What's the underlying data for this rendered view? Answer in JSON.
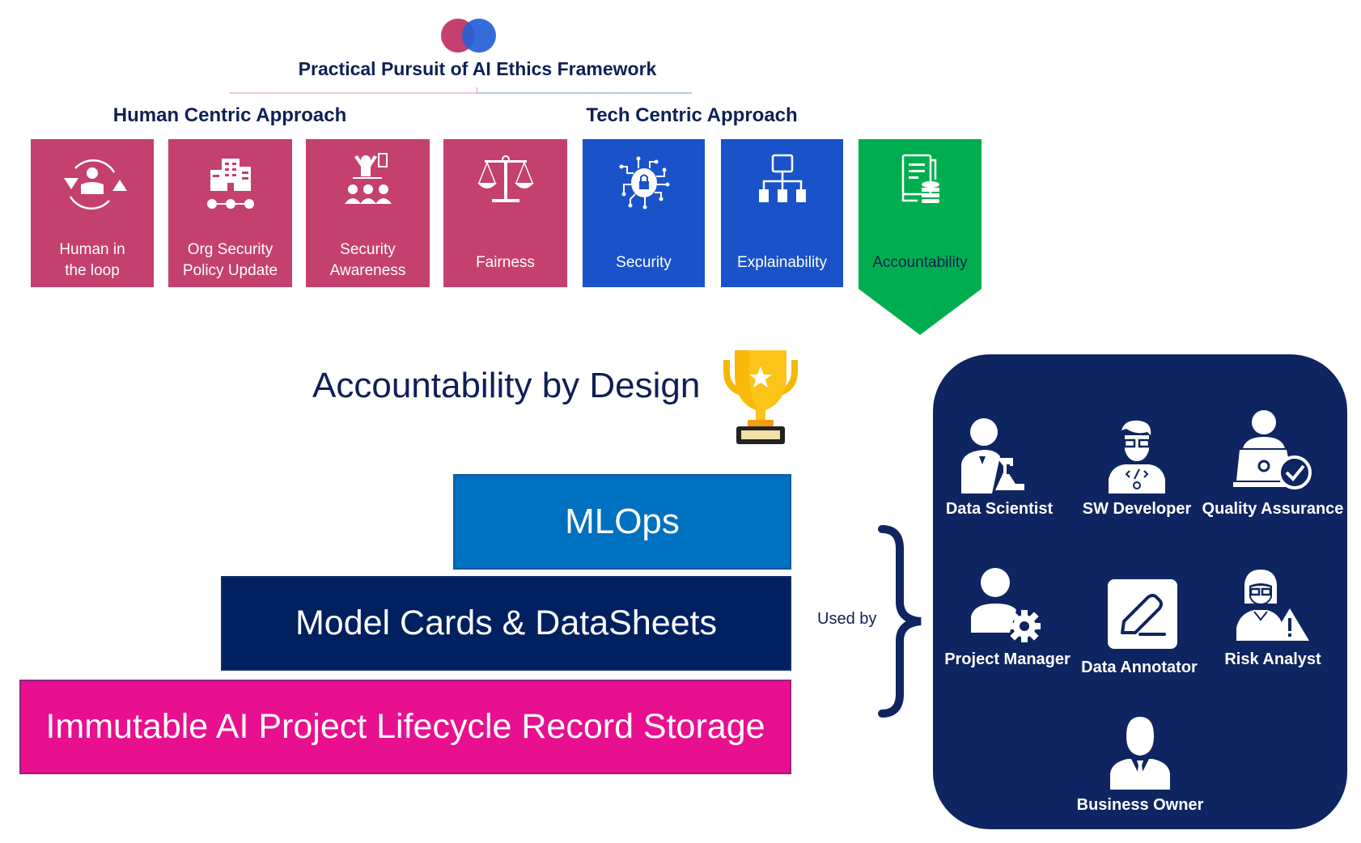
{
  "header": {
    "logo_icon": "overlapping-circles-logo",
    "title": "Practical Pursuit of AI Ethics Framework",
    "human_centric_heading": "Human Centric Approach",
    "tech_centric_heading": "Tech Centric Approach"
  },
  "colors": {
    "navy": "#0e2056",
    "pink_tile": "#c4406f",
    "blue_tile": "#1a52c9",
    "green_tile": "#00ae4f",
    "mlops": "#0070c0",
    "model_cards": "#002060",
    "immutable": "#e8108f",
    "panel": "#0f2561"
  },
  "pillars": [
    {
      "label_line1": "Human in",
      "label_line2": "the loop",
      "icon": "human-in-loop-icon",
      "group": "human"
    },
    {
      "label_line1": "Org Security",
      "label_line2": "Policy Update",
      "icon": "org-building-policy-icon",
      "group": "human"
    },
    {
      "label_line1": "Security",
      "label_line2": "Awareness",
      "icon": "training-audience-icon",
      "group": "human"
    },
    {
      "label": "Fairness",
      "icon": "scales-icon",
      "group": "human"
    },
    {
      "label": "Security",
      "icon": "circuit-lock-icon",
      "group": "tech"
    },
    {
      "label": "Explainability",
      "icon": "hierarchy-icon",
      "group": "tech"
    },
    {
      "label": "Accountability",
      "icon": "document-database-icon",
      "group": "tech",
      "highlighted": true
    }
  ],
  "accountability": {
    "title": "Accountability by Design",
    "icon": "trophy-icon"
  },
  "layers": {
    "top": "MLOps",
    "middle": "Model Cards & DataSheets",
    "bottom": "Immutable AI Project Lifecycle Record Storage"
  },
  "used_by_label": "Used by",
  "roles": [
    {
      "label": "Data Scientist",
      "icon": "data-scientist-icon"
    },
    {
      "label": "SW Developer",
      "icon": "software-developer-icon"
    },
    {
      "label": "Quality Assurance",
      "icon": "quality-assurance-icon"
    },
    {
      "label": "Project Manager",
      "icon": "project-manager-icon"
    },
    {
      "label": "Data Annotator",
      "icon": "data-annotator-icon"
    },
    {
      "label": "Risk Analyst",
      "icon": "risk-analyst-icon"
    },
    {
      "label": "Business Owner",
      "icon": "business-owner-icon"
    }
  ]
}
